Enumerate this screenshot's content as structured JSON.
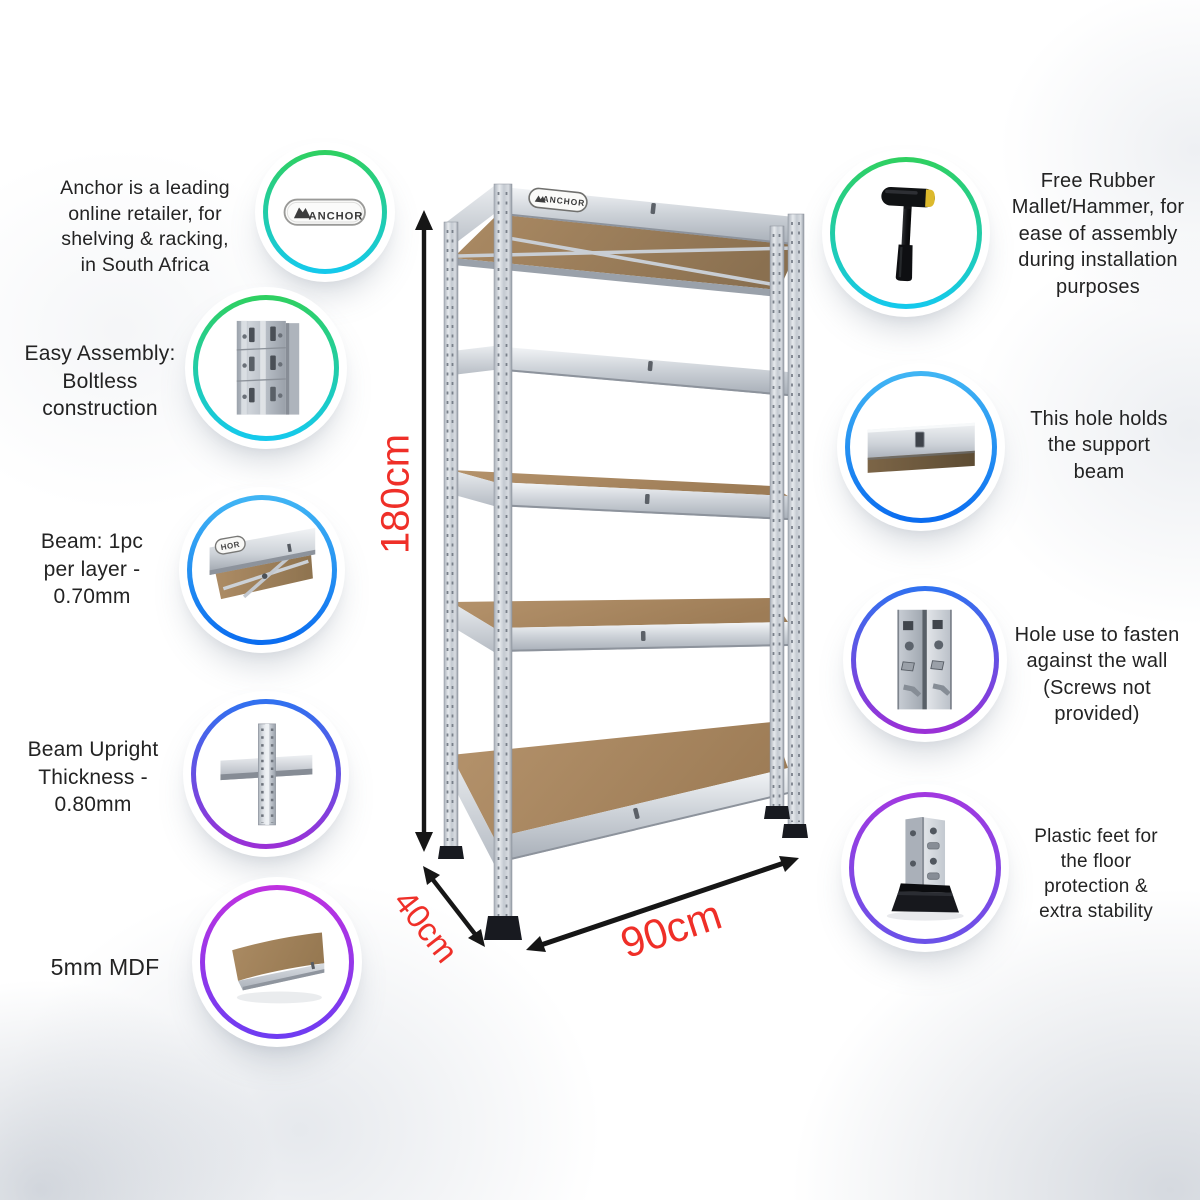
{
  "page": {
    "background": "#ffffff"
  },
  "product": {
    "brand_badge": "ANCHOR",
    "beam_badge_partial": "HOR",
    "height_label": "180cm",
    "depth_label": "40cm",
    "width_label": "90cm",
    "accent_red": "#ef2f28",
    "arrow_color": "#161616"
  },
  "left_callouts": [
    {
      "icon": "anchor-logo-badge",
      "ring_from": "#2fd05f",
      "ring_to": "#14c9ee",
      "label": "Anchor is a leading\nonline retailer, for\nshelving & racking,\nin South Africa"
    },
    {
      "icon": "upright-connector-closeup",
      "ring_from": "#2fd05f",
      "ring_to": "#14c9ee",
      "label": "Easy Assembly:\nBoltless\nconstruction"
    },
    {
      "icon": "shelf-beam-underside",
      "ring_from": "#41b6f4",
      "ring_to": "#0a6cf0",
      "label": "Beam: 1pc\nper layer -\n0.70mm"
    },
    {
      "icon": "upright-cross-section",
      "ring_from": "#2f72f0",
      "ring_to": "#9c2fd6",
      "label": "Beam Upright\nThickness -\n0.80mm"
    },
    {
      "icon": "mdf-board",
      "ring_from": "#c032e0",
      "ring_to": "#6d3cf2",
      "label": "5mm MDF"
    }
  ],
  "right_callouts": [
    {
      "icon": "rubber-mallet",
      "ring_from": "#2fd05f",
      "ring_to": "#14c9ee",
      "label": "Free Rubber\nMallet/Hammer, for\nease of assembly\nduring installation\npurposes"
    },
    {
      "icon": "beam-support-hole",
      "ring_from": "#41b6f4",
      "ring_to": "#0a6cf0",
      "label": "This hole holds\nthe support\nbeam"
    },
    {
      "icon": "upright-wall-holes",
      "ring_from": "#2f72f0",
      "ring_to": "#9c2fd6",
      "label": "Hole use to fasten\nagainst the wall\n(Screws not\nprovided)"
    },
    {
      "icon": "plastic-foot",
      "ring_from": "#a238e0",
      "ring_to": "#6a52e8",
      "label": "Plastic feet for\nthe floor\nprotection &\nextra stability"
    }
  ]
}
